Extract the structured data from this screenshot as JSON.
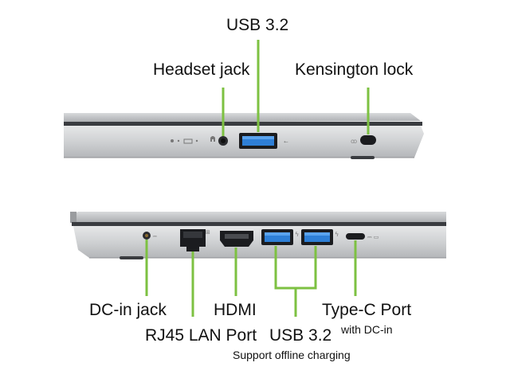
{
  "labels": {
    "usb32_top": "USB 3.2",
    "headset_jack": "Headset jack",
    "kensington_lock": "Kensington lock",
    "dc_in_jack": "DC-in jack",
    "rj45_lan": "RJ45 LAN Port",
    "hdmi": "HDMI",
    "usb32_bottom": "USB 3.2",
    "usb32_bottom_note": "Support offline charging",
    "type_c": "Type-C Port",
    "type_c_note": "with DC-in"
  },
  "colors": {
    "callout": "#7dc142",
    "chassis": "#c9cbcd",
    "chassis_dark": "#9a9c9f",
    "usb_blue": "#2e7fd6"
  }
}
